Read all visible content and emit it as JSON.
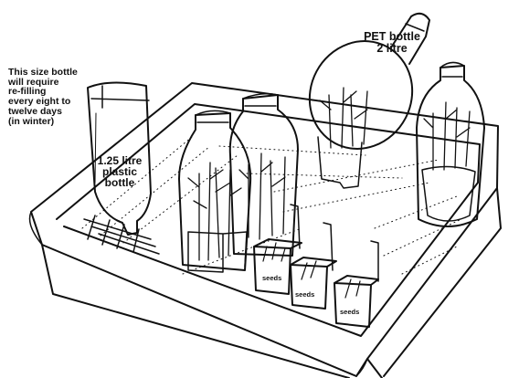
{
  "labels": {
    "refill_note": [
      "This size bottle",
      "will require",
      "re-filling",
      "every eight to",
      "twelve days",
      "(in winter)"
    ],
    "pet_bottle": [
      "PET bottle",
      "2 litre"
    ],
    "plastic_bottle": [
      "1.25 litre",
      "plastic",
      "bottle"
    ]
  },
  "seed_packets": [
    "seeds",
    "seeds",
    "seeds"
  ],
  "colors": {
    "ink": "#111111",
    "paper": "#ffffff"
  }
}
